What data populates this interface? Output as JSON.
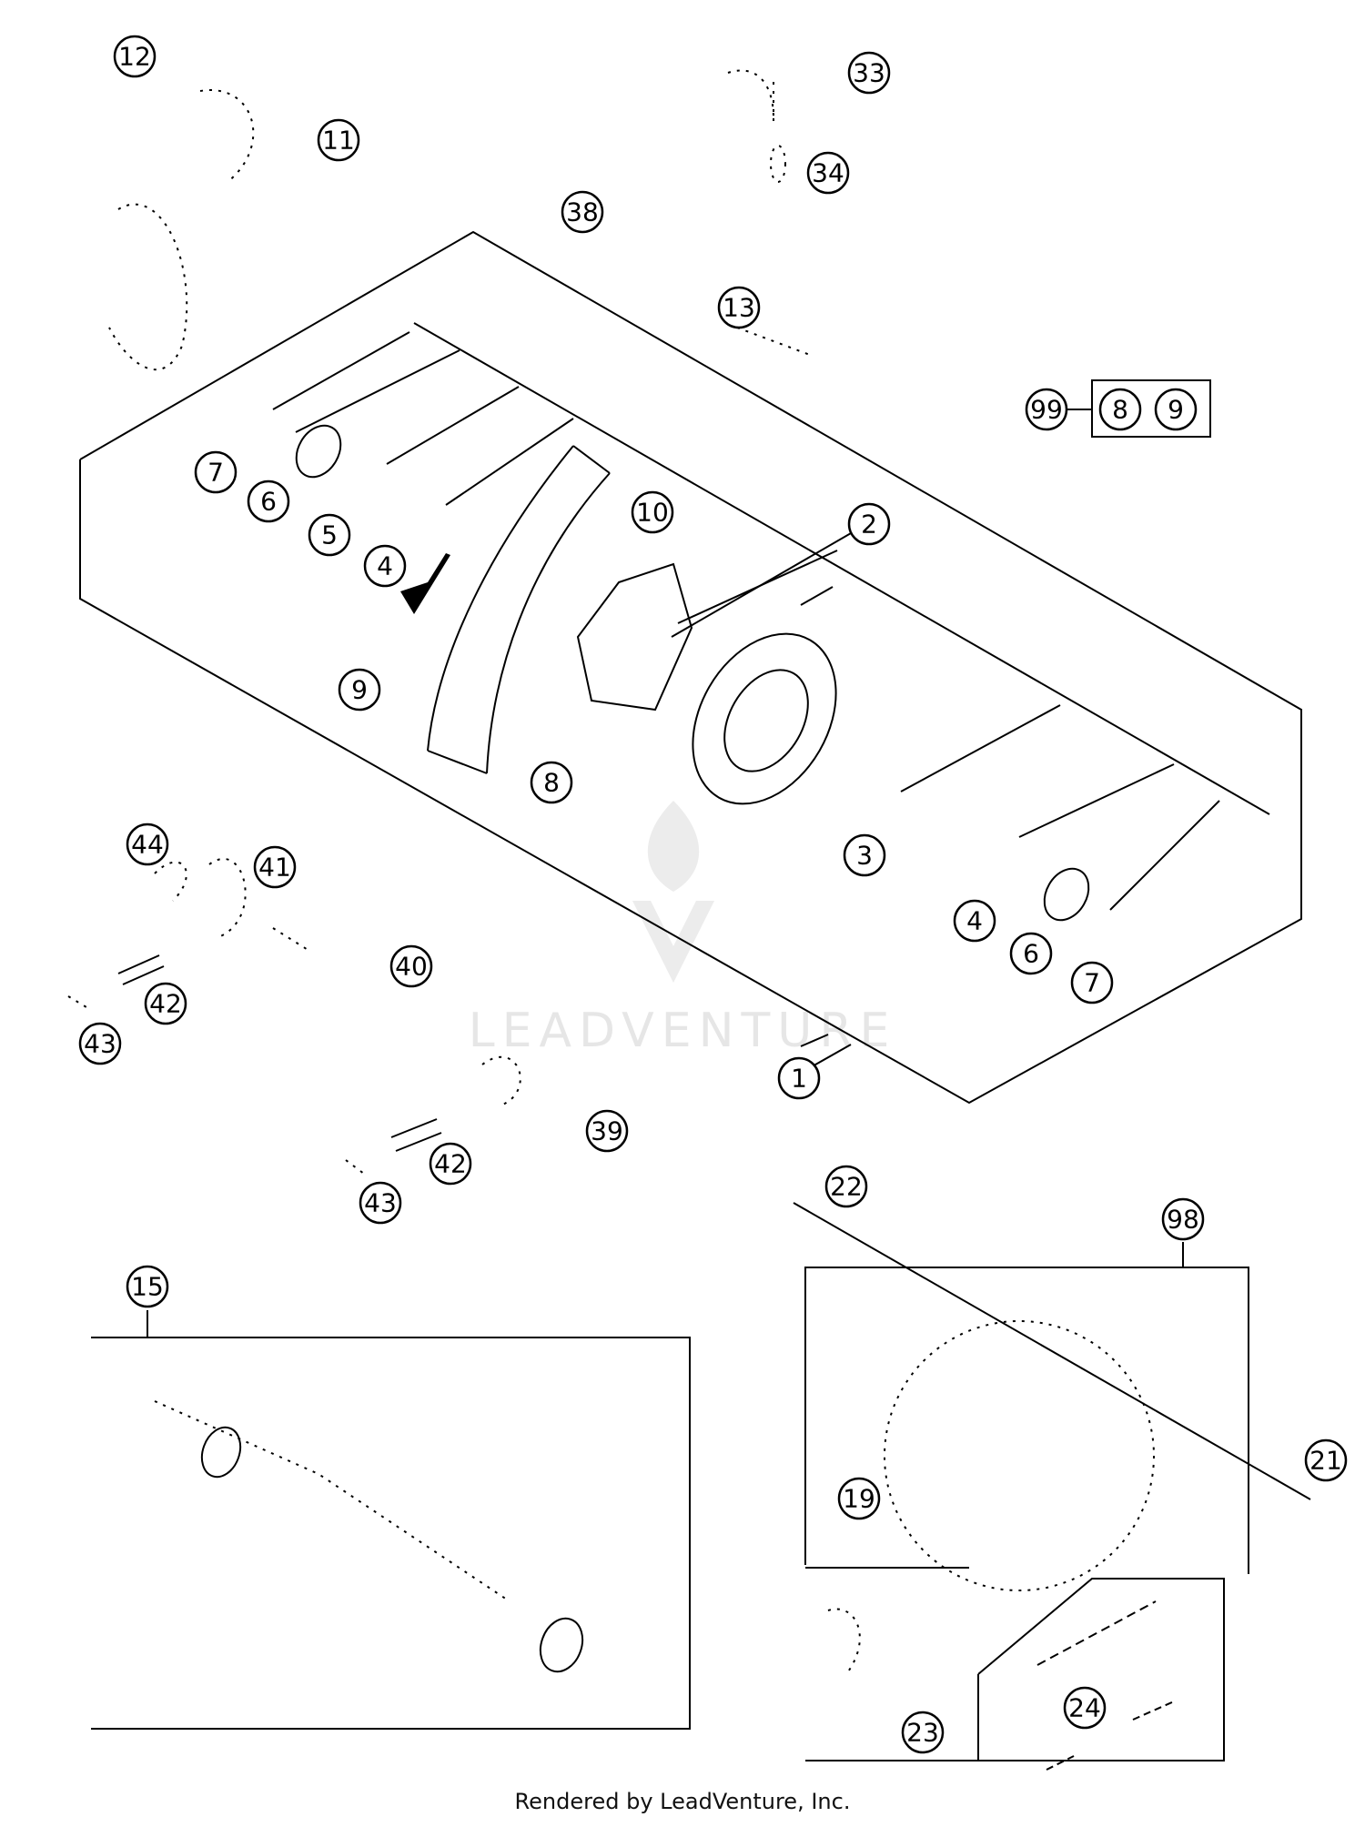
{
  "diagram": {
    "callouts": [
      "1",
      "2",
      "3",
      "4",
      "5",
      "6",
      "7",
      "8",
      "9",
      "10",
      "11",
      "12",
      "13",
      "15",
      "19",
      "21",
      "22",
      "23",
      "24",
      "33",
      "34",
      "38",
      "39",
      "40",
      "41",
      "42",
      "43",
      "44",
      "98",
      "99"
    ],
    "watermark": "LEADVENTURE",
    "footer": "Rendered by LeadVenture, Inc."
  }
}
